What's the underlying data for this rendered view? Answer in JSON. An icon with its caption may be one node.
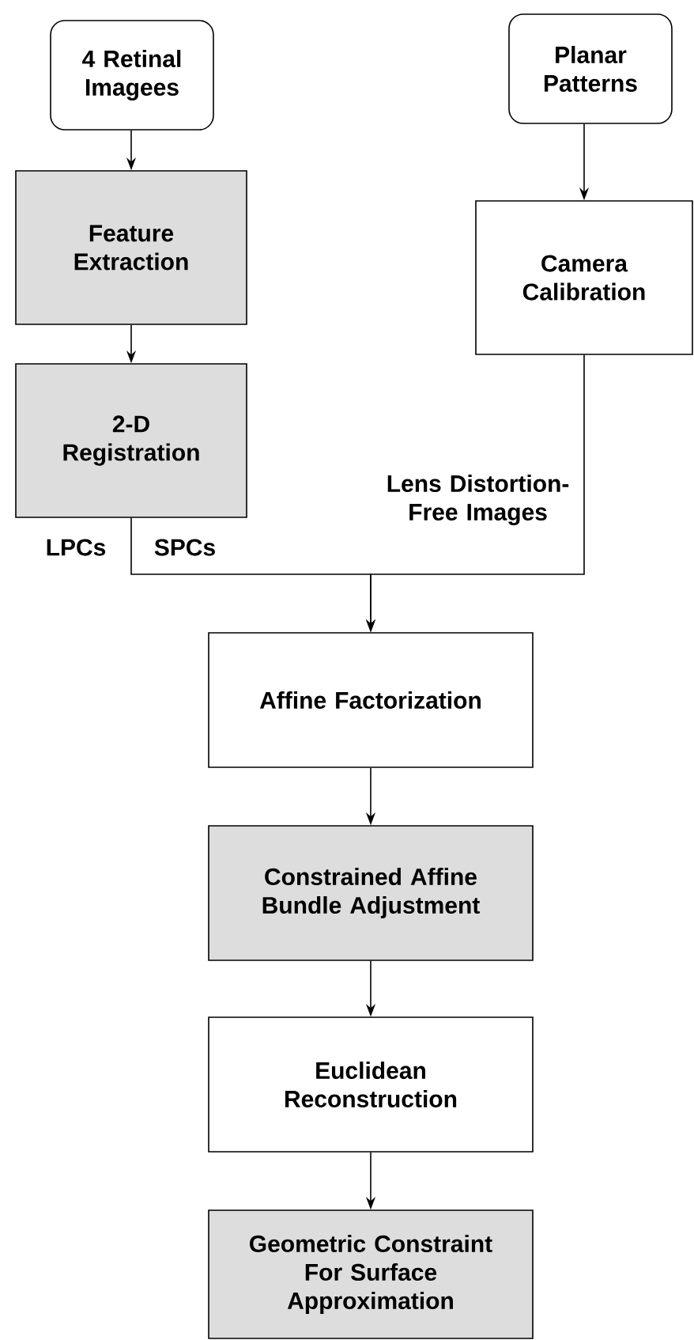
{
  "diagram": {
    "nodes": [
      {
        "text": [
          "4 Retinal Imagees"
        ]
      },
      {
        "text": [
          "Feature Extraction"
        ]
      },
      {
        "text": [
          "2-D Registration"
        ]
      },
      {
        "text": [
          "Planar Patterns"
        ]
      },
      {
        "text": [
          "Camera Calibration"
        ]
      },
      {
        "text": [
          "Affine Factorization"
        ]
      },
      {
        "text": [
          "Constrained Affine Bundle Adjustment"
        ]
      },
      {
        "text": [
          "Euclidean Reconstruction"
        ]
      },
      {
        "text": [
          "Geometric Constraint For Surface Approximation"
        ]
      }
    ],
    "edges": [
      {
        "from": 0,
        "to": 1,
        "arrow": "to"
      },
      {
        "from": 1,
        "to": 2,
        "arrow": "to"
      },
      {
        "from": 3,
        "to": 4,
        "arrow": "to"
      },
      {
        "from": 2,
        "to": 5,
        "arrow": "to"
      },
      {
        "from": 4,
        "to": 5,
        "arrow": "to",
        "label": "Lens Distortion-Free Images"
      },
      {
        "from": 5,
        "to": 6,
        "arrow": "to"
      },
      {
        "from": 6,
        "to": 7,
        "arrow": "to"
      },
      {
        "from": 7,
        "to": 8,
        "arrow": "to"
      }
    ],
    "labels": [
      "LPCs",
      "SPCs"
    ]
  }
}
